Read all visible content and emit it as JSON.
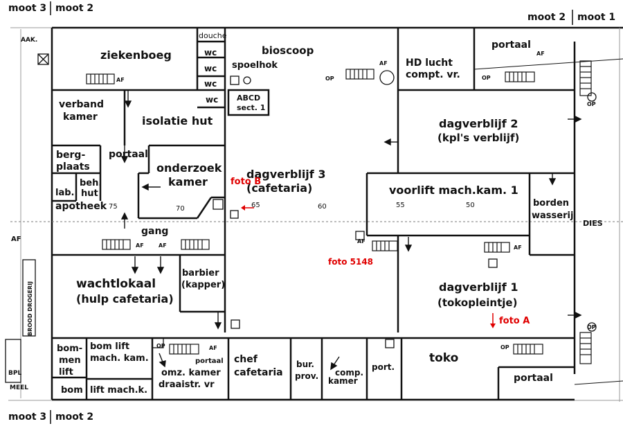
{
  "headers": {
    "top_left_a": "moot 3",
    "top_left_b": "moot 2",
    "top_right_a": "moot 2",
    "top_right_b": "moot 1",
    "bottom_left_a": "moot 3",
    "bottom_left_b": "moot 2"
  },
  "rooms": {
    "ziekenboeg": "ziekenboeg",
    "douche": "douche",
    "wc": "wc",
    "bioscoop": "bioscoop",
    "spoelhok": "spoelhok",
    "abcd_1": "ABCD",
    "abcd_2": "sect. 1",
    "hd_1": "HD lucht",
    "hd_2": "compt. vr.",
    "portaal": "portaal",
    "verband_1": "verband",
    "verband_2": "kamer",
    "isolatie": "isolatie hut",
    "dagverblijf2_1": "dagverblijf 2",
    "dagverblijf2_2": "(kpl's verblijf)",
    "berg_1": "berg-",
    "berg_2": "plaats",
    "onderzoek_1": "onderzoek",
    "onderzoek_2": "kamer",
    "dagverblijf3_1": "dagverblijf 3",
    "dagverblijf3_2": "(cafetaria)",
    "lab": "lab.",
    "beh_1": "beh.",
    "beh_2": "hut",
    "apotheek": "apotheek",
    "voorlift": "voorlift mach.kam. 1",
    "borden_1": "borden",
    "borden_2": "wasserij",
    "gang": "gang",
    "dies": "DIES",
    "wachtlokaal_1": "wachtlokaal",
    "wachtlokaal_2": "(hulp cafetaria)",
    "barbier_1": "barbier",
    "barbier_2": "(kapper)",
    "dagverblijf1_1": "dagverblijf 1",
    "dagverblijf1_2": "(tokopleintje)",
    "bommen_1": "bom-",
    "bommen_2": "men",
    "bommen_3": "lift",
    "bomlift_1": "bom lift",
    "bomlift_2": "mach. kam.",
    "omz_1": "omz. kamer",
    "omz_2": "draaistr. vr",
    "chef_1": "chef",
    "chef_2": "cafetaria",
    "bur_1": "bur.",
    "bur_2": "prov.",
    "comp_1": "comp.",
    "comp_2": "kamer",
    "port": "port.",
    "toko": "toko",
    "bom_bottom": "bom",
    "liftmachk": "lift mach.k.",
    "brood": "BROOD DROGERIJ",
    "meel": "MEEL",
    "bpl": "BPL",
    "af_left": "AF",
    "ak": "AAK."
  },
  "markers": {
    "af": "AF",
    "op": "OP",
    "foto_a": "foto A",
    "foto_b": "foto B",
    "foto_5148": "foto   5148",
    "frames": [
      "75",
      "70",
      "65",
      "60",
      "55",
      "50"
    ]
  },
  "colors": {
    "ink": "#111111",
    "annotation": "#e00000"
  }
}
